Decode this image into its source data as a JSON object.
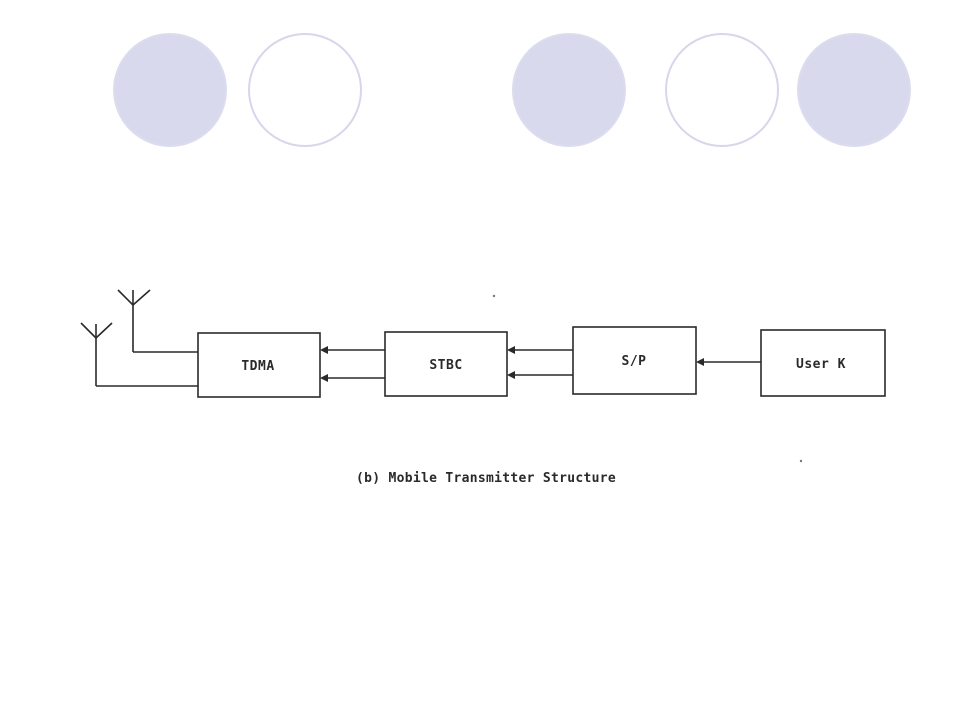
{
  "decor": {
    "circle_fill_color": "#d9d9ee",
    "circle_outline_color": "#d6d6ec",
    "circles": [
      "filled",
      "outline",
      "filled",
      "outline",
      "filled"
    ]
  },
  "diagram": {
    "blocks": {
      "tdma": "TDMA",
      "stbc": "STBC",
      "sp": "S/P",
      "user": "User K"
    },
    "caption": "(b) Mobile Transmitter Structure",
    "line_color": "#2a2a2a"
  }
}
